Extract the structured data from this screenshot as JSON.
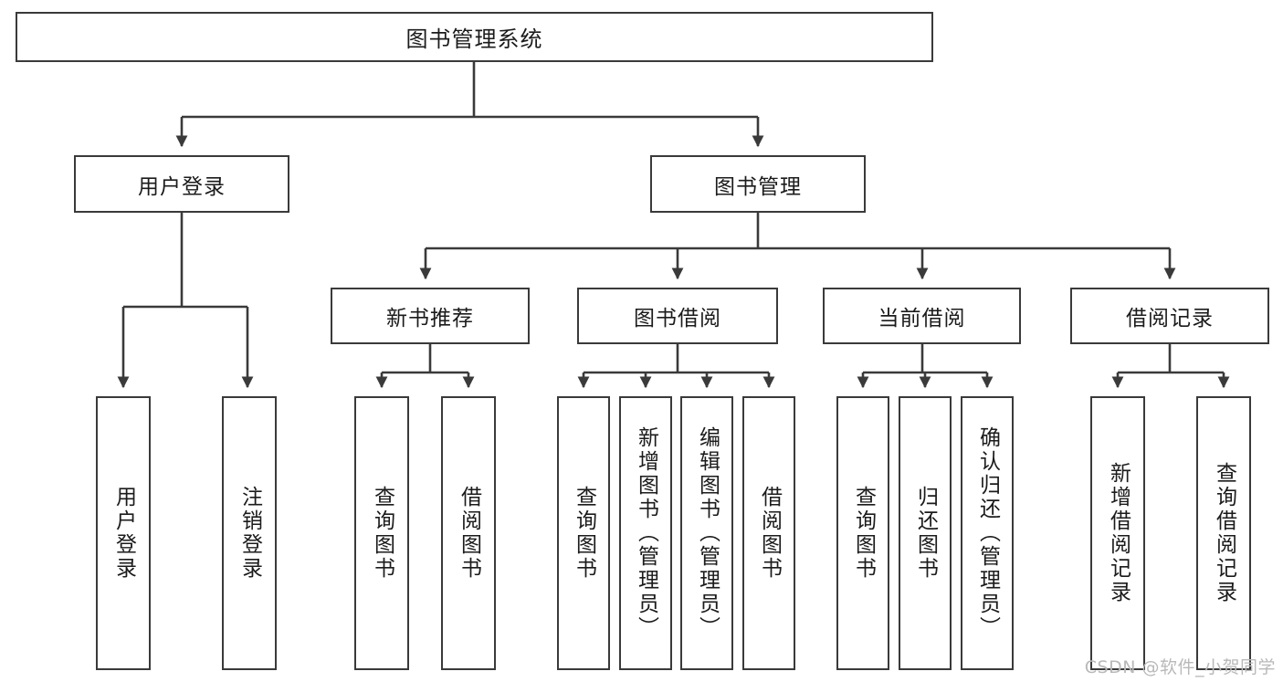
{
  "diagram": {
    "type": "tree-hierarchy",
    "title": "图书管理系统",
    "orientation": "top-down",
    "colors": {
      "box_border": "#3a3a3a",
      "box_fill": "#ffffff",
      "edge": "#3a3a3a",
      "text": "#1b1b1b",
      "watermark": "#b9b9b9",
      "background": "#ffffff"
    },
    "watermark": "CSDN @软件_小贺同学",
    "levels": {
      "level1": [
        {
          "id": "root",
          "label": "图书管理系统"
        }
      ],
      "level2": [
        {
          "id": "user-login",
          "label": "用户登录",
          "parent": "root"
        },
        {
          "id": "book-mgmt",
          "label": "图书管理",
          "parent": "root"
        }
      ],
      "level3": [
        {
          "id": "new-book-rec",
          "label": "新书推荐",
          "parent": "book-mgmt"
        },
        {
          "id": "book-borrow",
          "label": "图书借阅",
          "parent": "book-mgmt"
        },
        {
          "id": "current-borrow",
          "label": "当前借阅",
          "parent": "book-mgmt"
        },
        {
          "id": "borrow-record",
          "label": "借阅记录",
          "parent": "book-mgmt"
        }
      ],
      "level4": [
        {
          "id": "leaf-user-login",
          "label": "用户登录",
          "parent": "user-login"
        },
        {
          "id": "leaf-logout",
          "label": "注销登录",
          "parent": "user-login"
        },
        {
          "id": "leaf-query-book-1",
          "label": "查询图书",
          "parent": "new-book-rec"
        },
        {
          "id": "leaf-borrow-book-1",
          "label": "借阅图书",
          "parent": "new-book-rec"
        },
        {
          "id": "leaf-query-book-2",
          "label": "查询图书",
          "parent": "book-borrow"
        },
        {
          "id": "leaf-add-book",
          "label": "新增图书（管理员）",
          "parent": "book-borrow"
        },
        {
          "id": "leaf-edit-book",
          "label": "编辑图书（管理员）",
          "parent": "book-borrow"
        },
        {
          "id": "leaf-borrow-book-2",
          "label": "借阅图书",
          "parent": "book-borrow"
        },
        {
          "id": "leaf-query-book-3",
          "label": "查询图书",
          "parent": "current-borrow"
        },
        {
          "id": "leaf-return-book",
          "label": "归还图书",
          "parent": "current-borrow"
        },
        {
          "id": "leaf-confirm-return",
          "label": "确认归还（管理员）",
          "parent": "current-borrow"
        },
        {
          "id": "leaf-add-record",
          "label": "新增借阅记录",
          "parent": "borrow-record"
        },
        {
          "id": "leaf-query-record",
          "label": "查询借阅记录",
          "parent": "borrow-record"
        }
      ]
    }
  }
}
